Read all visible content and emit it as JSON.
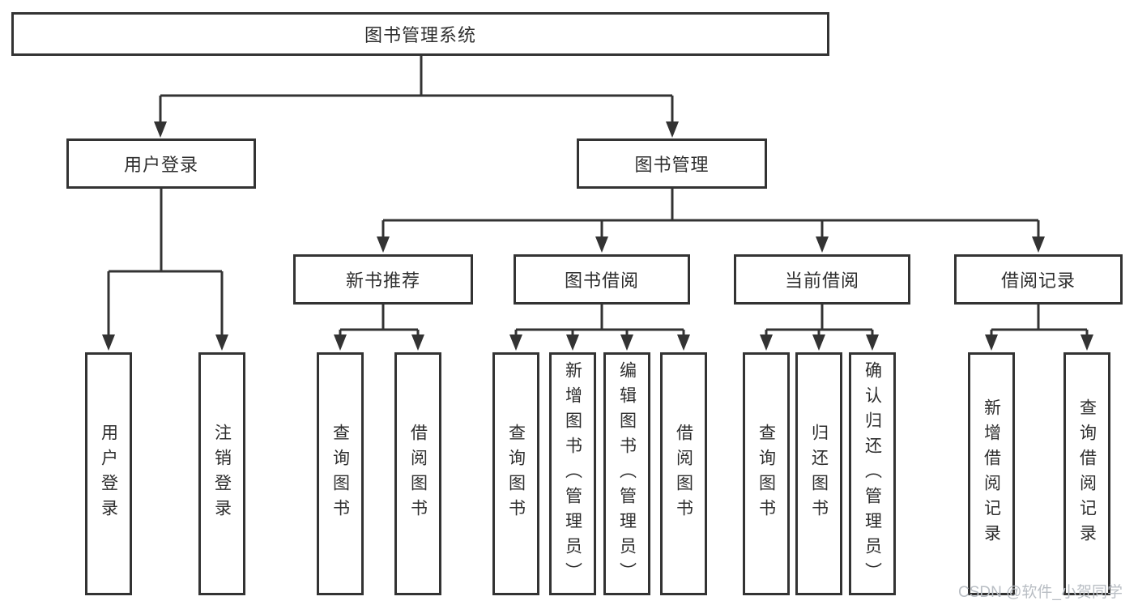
{
  "tree": {
    "root": {
      "label": "图书管理系统"
    },
    "branches": [
      {
        "label": "用户登录",
        "leaves": [
          {
            "label": "用户登录"
          },
          {
            "label": "注销登录"
          }
        ]
      },
      {
        "label": "图书管理",
        "sections": [
          {
            "label": "新书推荐",
            "leaves": [
              {
                "label": "查询图书"
              },
              {
                "label": "借阅图书"
              }
            ]
          },
          {
            "label": "图书借阅",
            "leaves": [
              {
                "label": "查询图书"
              },
              {
                "label": "新增图书（管理员）"
              },
              {
                "label": "编辑图书（管理员）"
              },
              {
                "label": "借阅图书"
              }
            ]
          },
          {
            "label": "当前借阅",
            "leaves": [
              {
                "label": "查询图书"
              },
              {
                "label": "归还图书"
              },
              {
                "label": "确认归还（管理员）"
              }
            ]
          },
          {
            "label": "借阅记录",
            "leaves": [
              {
                "label": "新增借阅记录"
              },
              {
                "label": "查询借阅记录"
              }
            ]
          }
        ]
      }
    ]
  },
  "watermark": {
    "text": "CSDN @软件_小贺同学"
  },
  "colors": {
    "line": "#333333",
    "text": "#2e2e2e",
    "box_bg": "#ffffff",
    "watermark": "#b9bec4"
  }
}
